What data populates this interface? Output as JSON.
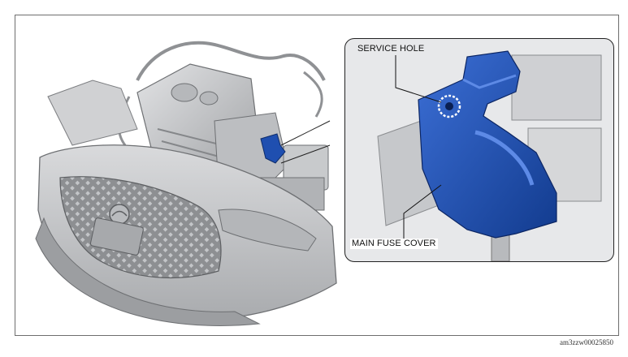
{
  "figure": {
    "figure_id": "am3zzw00025850",
    "callouts": {
      "service_hole": "SERVICE HOLE",
      "main_fuse_cover": "MAIN FUSE COVER"
    },
    "colors": {
      "fuse_cover": "#1f4fb0",
      "fuse_cover_highlight": "#3c6fd6",
      "vehicle_body": "#c9cacc",
      "frame_border": "#6e6e6e"
    },
    "icons": [
      "service-hole-marker",
      "leader-line"
    ]
  }
}
